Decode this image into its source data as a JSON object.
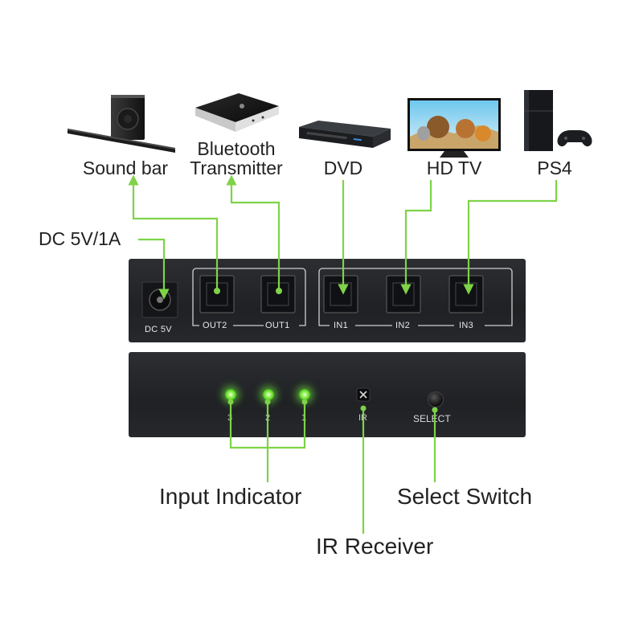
{
  "devices": {
    "soundbar": "Sound bar",
    "bluetooth_line1": "Bluetooth",
    "bluetooth_line2": "Transmitter",
    "dvd": "DVD",
    "hdtv": "HD TV",
    "ps4": "PS4"
  },
  "power": {
    "label": "DC 5V/1A",
    "port_label": "DC 5V"
  },
  "rear_ports": {
    "out2": "OUT2",
    "out1": "OUT1",
    "in1": "IN1",
    "in2": "IN2",
    "in3": "IN3"
  },
  "front": {
    "led_numbers": [
      "3",
      "2",
      "1"
    ],
    "ir_label": "IR",
    "select_label": "SELECT"
  },
  "callouts": {
    "input_indicator": "Input Indicator",
    "select_switch": "Select Switch",
    "ir_receiver": "IR Receiver"
  },
  "colors": {
    "wire": "#7ed348",
    "panel": "#24262a",
    "led": "#6fe03a"
  }
}
